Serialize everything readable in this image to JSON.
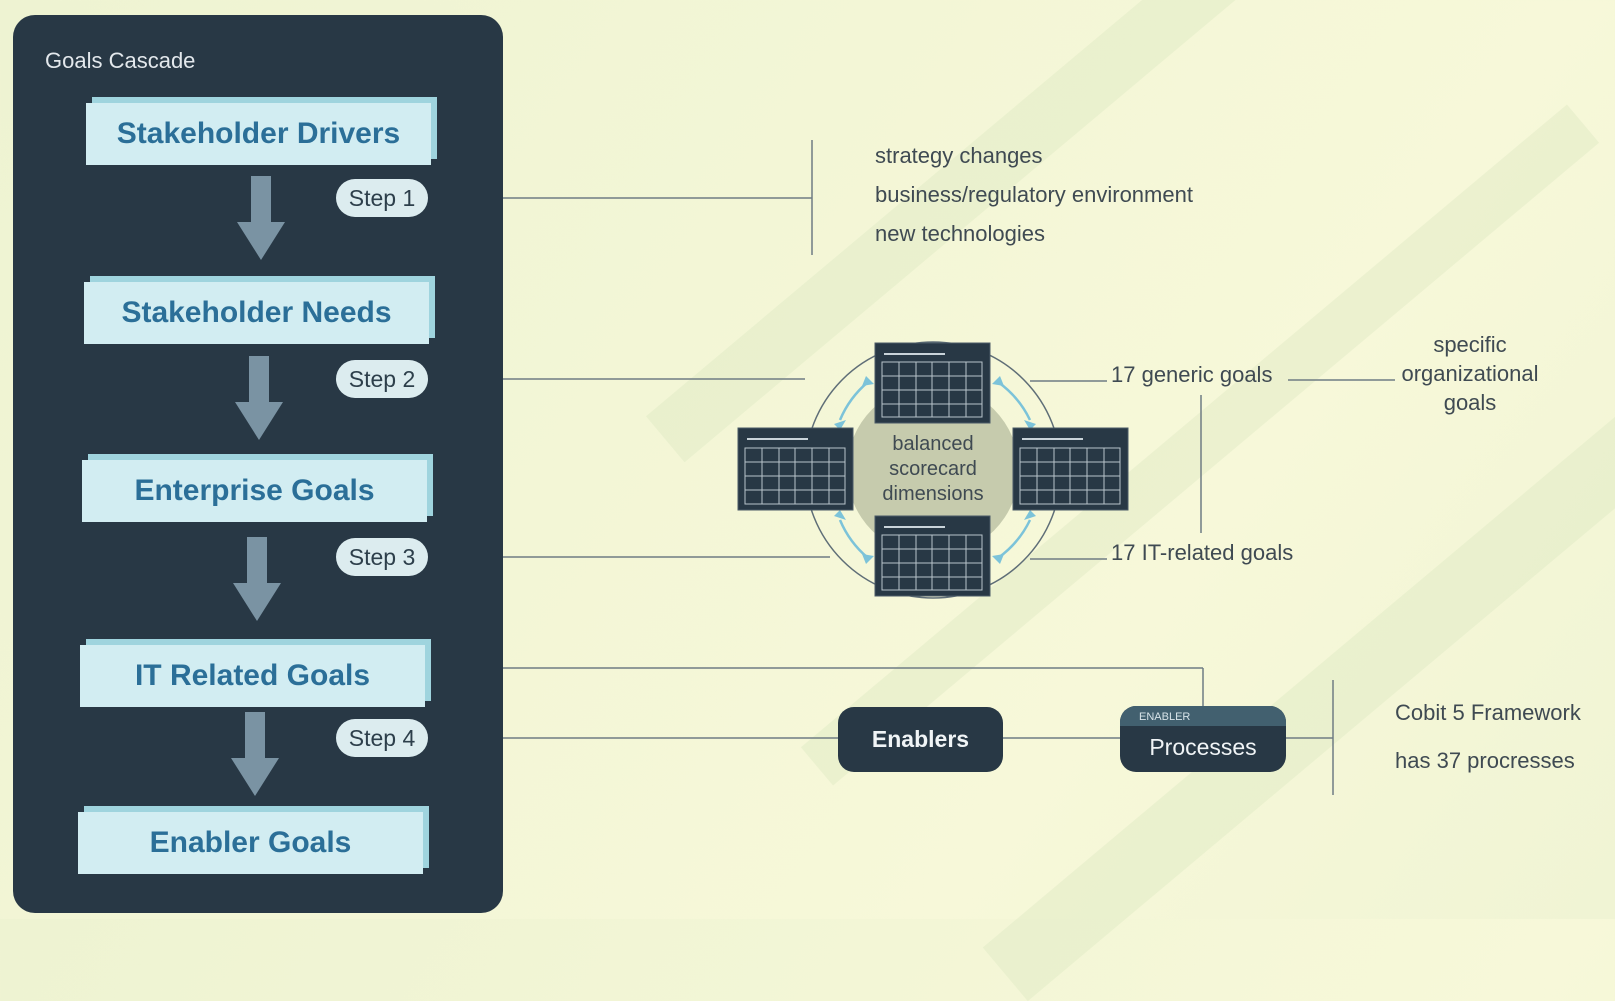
{
  "panel": {
    "title": "Goals Cascade"
  },
  "cascade": [
    {
      "label": "Stakeholder Drivers"
    },
    {
      "label": "Stakeholder Needs"
    },
    {
      "label": "Enterprise Goals"
    },
    {
      "label": "IT Related Goals"
    },
    {
      "label": "Enabler Goals"
    }
  ],
  "steps": [
    "Step 1",
    "Step 2",
    "Step 3",
    "Step 4"
  ],
  "drivers": [
    "strategy changes",
    "business/regulatory environment",
    "new technologies"
  ],
  "scorecard": {
    "center_lines": [
      "balanced",
      "scorecard",
      "dimensions"
    ]
  },
  "generic_goals": "17 generic goals",
  "it_goals": "17 IT-related goals",
  "specific_goals": [
    "specific",
    "organizational",
    "goals"
  ],
  "enablers": {
    "label": "Enablers"
  },
  "processes": {
    "tag": "ENABLER",
    "label": "Processes"
  },
  "framework": [
    "Cobit 5 Framework",
    "has 37 procresses"
  ],
  "colors": {
    "panel": "#283845",
    "box_fill": "#d2edf2",
    "box_text": "#2b6f98",
    "arrow": "#7a93a3",
    "cycle_arrow": "#7cc3d9"
  }
}
